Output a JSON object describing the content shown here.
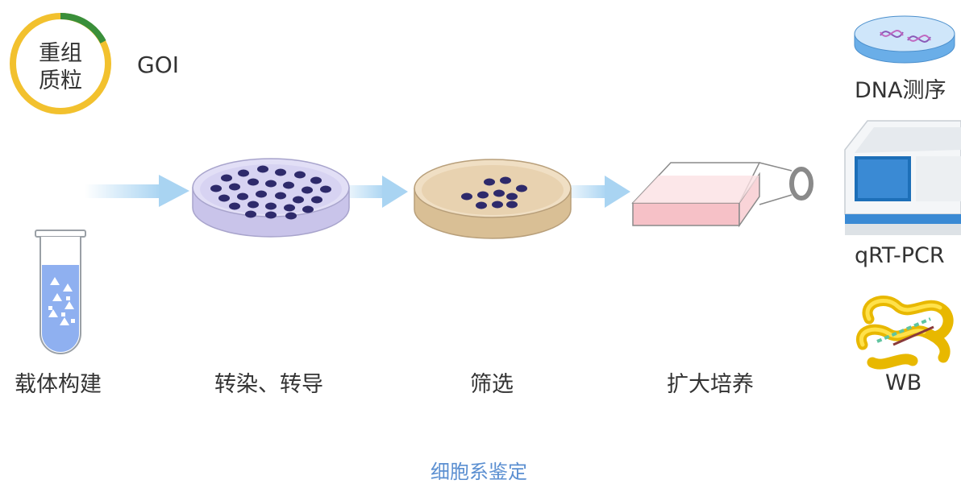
{
  "plasmid": {
    "line1": "重组",
    "line2": "质粒",
    "goi_label": "GOI"
  },
  "steps": [
    {
      "label": "载体构建"
    },
    {
      "label": "转染、转导"
    },
    {
      "label": "筛选"
    },
    {
      "label": "扩大培养"
    }
  ],
  "identification": [
    {
      "label": "DNA测序"
    },
    {
      "label": "qRT-PCR"
    },
    {
      "label": "WB"
    }
  ],
  "caption": "细胞系鉴定",
  "colors": {
    "plasmid_ring": "#f2c12e",
    "plasmid_goi_segment": "#3a8f3a",
    "arrow": "#a9d4f2",
    "lavender_dish": "#d7d3f2",
    "beige_dish": "#e8d2b0",
    "colony": "#2e2a6b",
    "flask_medium": "#f6c1c7",
    "caption": "#5b8fd1"
  }
}
